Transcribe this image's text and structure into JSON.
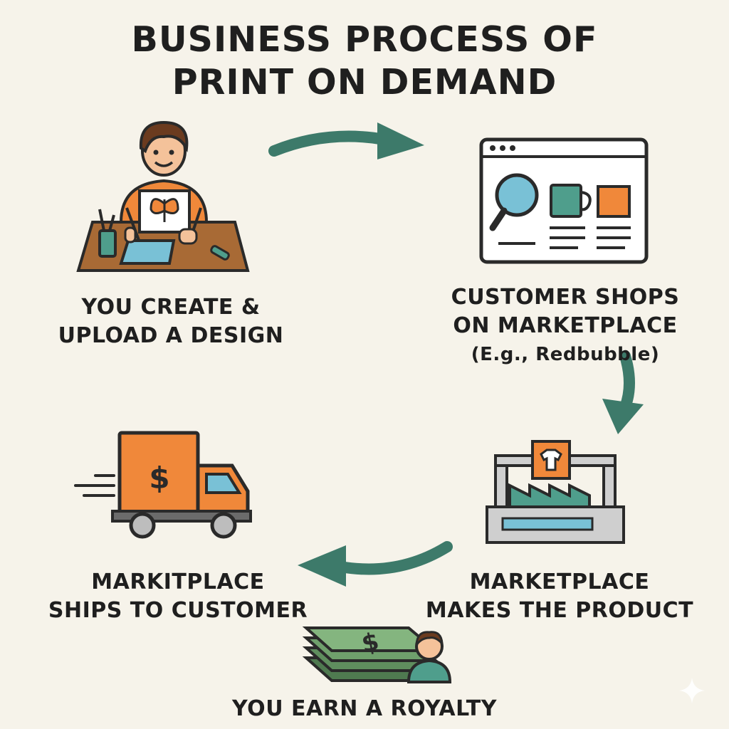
{
  "title": {
    "line1": "BUSINESS PROCESS OF",
    "line2": "PRINT ON DEMAND"
  },
  "steps": {
    "create": {
      "line1": "YOU CREATE &",
      "line2": "UPLOAD A DESIGN"
    },
    "shop": {
      "line1": "CUSTOMER SHOPS",
      "line2": "ON MARKETPLACE",
      "line3": "(E.g., Redbubble)"
    },
    "make": {
      "line1": "MARKETPLACE",
      "line2": "MAKES THE PRODUCT"
    },
    "ship": {
      "line1": "MARKITPLACE",
      "line2": "SHIPS TO CUSTOMER"
    },
    "royalty": {
      "line1": "YOU EARN A ROYALTY"
    }
  },
  "icons": {
    "truck_symbol": "$",
    "cash_symbol": "$"
  },
  "colors": {
    "background": "#f6f3ea",
    "arrow": "#3d7a6a",
    "orange": "#f0883a",
    "teal": "#4f9e8c",
    "blue": "#79c1d6",
    "outline": "#2a2a2a"
  }
}
